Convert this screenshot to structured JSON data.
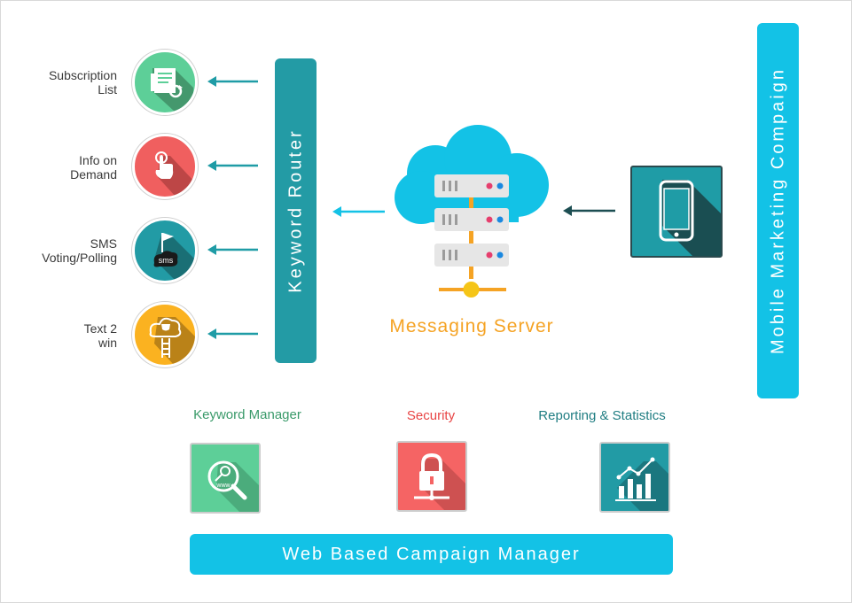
{
  "services": [
    {
      "label": "Subscription\nList",
      "icon": "subscription-list-icon",
      "color": "#5dcf98"
    },
    {
      "label": "Info on\nDemand",
      "icon": "tap-hand-icon",
      "color": "#f05f5f"
    },
    {
      "label": "SMS\nVoting/Polling",
      "icon": "sms-voting-icon",
      "color": "#229ba5"
    },
    {
      "label": "Text 2\nwin",
      "icon": "trophy-cloud-icon",
      "color": "#fbb220"
    }
  ],
  "keyword_router": {
    "label": "Keyword Router",
    "color": "#239ba5"
  },
  "messaging_server": {
    "label": "Messaging Server",
    "icon": "cloud-server-icon"
  },
  "phone": {
    "icon": "smartphone-icon"
  },
  "mobile_campaign": {
    "label": "Mobile Marketing Compaign",
    "color": "#13c2e6"
  },
  "tools": [
    {
      "title": "Keyword Manager",
      "icon": "keyword-search-icon",
      "title_color": "#3a9a6a",
      "color": "#5dcf98"
    },
    {
      "title": "Security",
      "icon": "security-lock-icon",
      "title_color": "#e84545",
      "color": "#f56464"
    },
    {
      "title": "Reporting & Statistics",
      "icon": "statistics-chart-icon",
      "title_color": "#1f7d82",
      "color": "#229ba5"
    }
  ],
  "web_manager": {
    "label": "Web Based Campaign Manager",
    "color": "#13c2e6"
  }
}
